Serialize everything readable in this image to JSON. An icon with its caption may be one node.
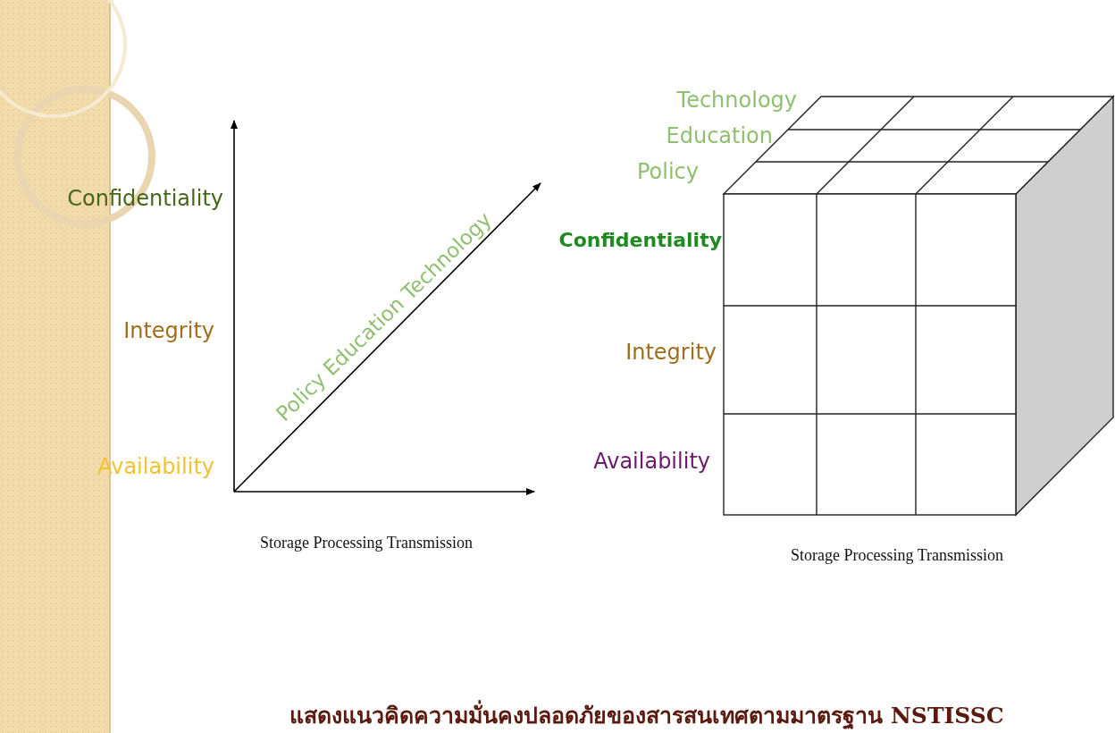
{
  "diagram": {
    "caption": "แสดงแนวคิดความมั่นคงปลอดภัยของสารสนเทศตามมาตรฐาน NSTISSC",
    "labels": [
      "Technology",
      "Education",
      "Policy",
      "Confidentiality",
      "Policy Education Technology",
      "Confidentiality",
      "Integrity",
      "Integrity",
      "Availability",
      "Availability",
      "Storage Processing Transmission",
      "Storage Processing Transmission"
    ]
  }
}
